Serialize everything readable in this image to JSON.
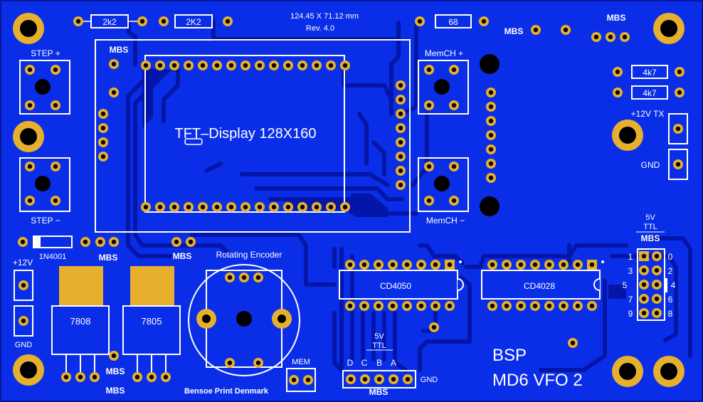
{
  "colors": {
    "board": "#0a2ee8",
    "board_edge": "#06189a",
    "trace": "#0416a8",
    "pad": "#e6b02e",
    "silk": "#ffffff",
    "hole": "#000000"
  },
  "header": {
    "dimensions": "124.45 X 71.12 mm",
    "revision": "Rev. 4.0"
  },
  "resistors": {
    "r1": "2k2",
    "r2": "2K2",
    "r3": "68",
    "r4": "4k7",
    "r5": "4k7"
  },
  "labels": {
    "mbs": "MBS",
    "step_plus": "STEP +",
    "step_minus": "STEP −",
    "memch_plus": "MemCH +",
    "memch_minus": "MemCH −",
    "display": "TFT–Display 128X160",
    "plus12v_tx": "+12V  TX",
    "gnd": "GND",
    "ttl_5v": "5V",
    "ttl": "TTL",
    "plus12v": "+12V",
    "diode": "1N4001",
    "reg1": "7808",
    "reg2": "7805",
    "encoder": "Rotating Encoder",
    "credit": "Bensoe Print Denmark",
    "mem": "MEM",
    "ic1": "CD4050",
    "ic2": "CD4028",
    "bus_d": "D",
    "bus_c": "C",
    "bus_b": "B",
    "bus_a": "A",
    "brand": "BSP",
    "product": "MD6  VFO 2"
  },
  "band_pins": {
    "left": [
      "1",
      "3",
      "5",
      "7",
      "9"
    ],
    "right": [
      "0",
      "2",
      "4",
      "6",
      "8"
    ]
  }
}
